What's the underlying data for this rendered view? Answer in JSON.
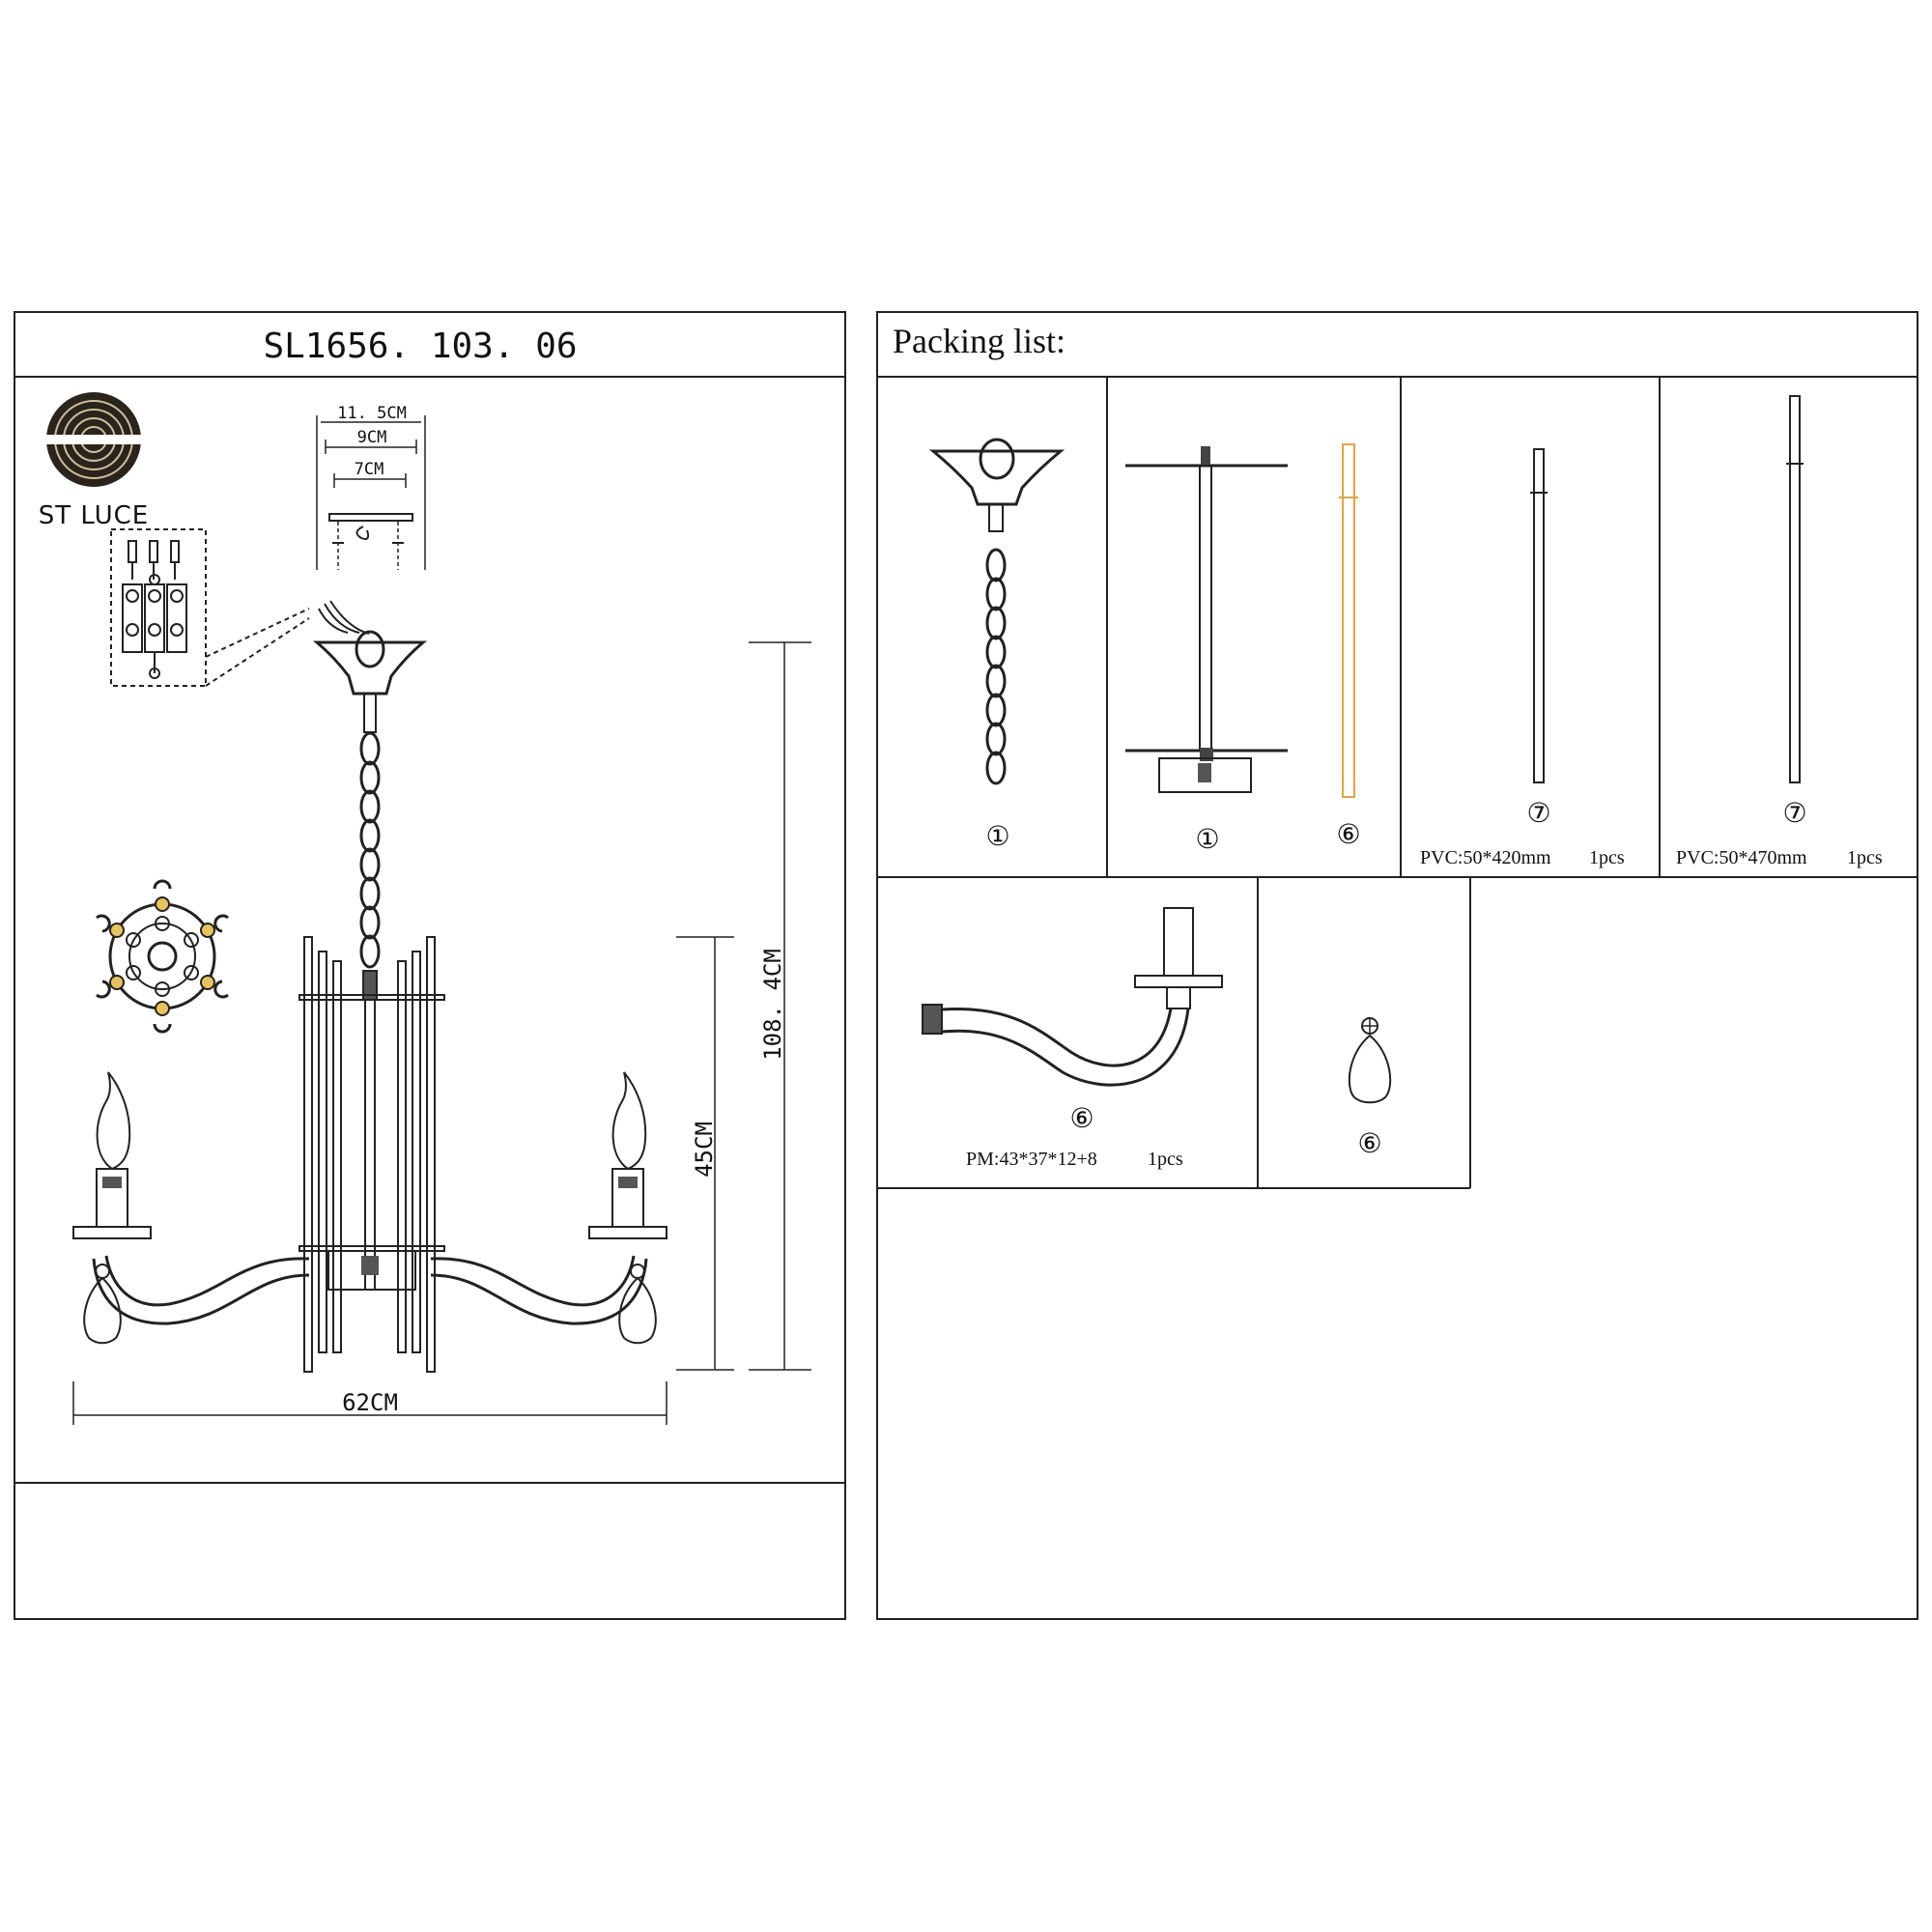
{
  "left_panel": {
    "model_title": "SL1656. 103. 06",
    "brand": {
      "name": "ST LUCE",
      "icon": "spiral-logo-icon"
    },
    "top_dims": {
      "overall": "11. 5CM",
      "middle": "9CM",
      "inner": "7CM"
    },
    "dims": {
      "height_total": "108. 4CM",
      "height_body": "45CM",
      "width": "62CM"
    }
  },
  "right_panel": {
    "title": "Packing list:",
    "items": [
      {
        "number": "①",
        "spec": "",
        "qty": ""
      },
      {
        "number": "①",
        "spec": "",
        "qty": ""
      },
      {
        "number": "⑥",
        "spec": "",
        "qty": ""
      },
      {
        "number": "⑦",
        "spec": "PVC:50*420mm",
        "qty": "1pcs"
      },
      {
        "number": "⑦",
        "spec": "PVC:50*470mm",
        "qty": "1pcs"
      },
      {
        "number": "⑥",
        "spec": "PM:43*37*12+8",
        "qty": "1pcs"
      },
      {
        "number": "⑥",
        "spec": "",
        "qty": ""
      }
    ]
  },
  "colors": {
    "line": "#222222",
    "accent_yellow": "#e8c25a",
    "tube_highlight": "#e0a640"
  }
}
